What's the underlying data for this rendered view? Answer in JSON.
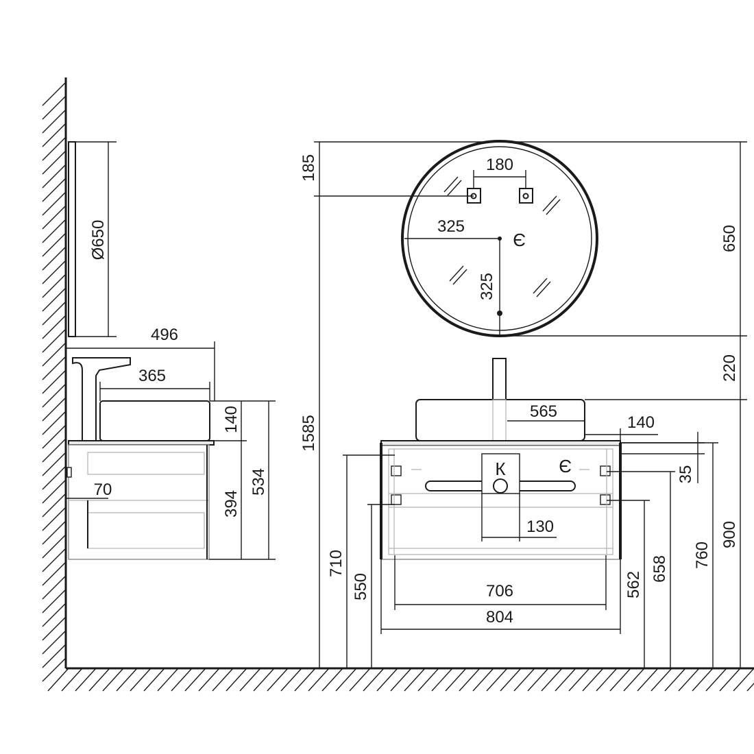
{
  "side_view": {
    "mirror_diameter": "Ø650",
    "depth_total": "496",
    "basin_depth": "365",
    "basin_height": "140",
    "cabinet_height": "394",
    "total_height": "534",
    "wall_gap": "70"
  },
  "front_view": {
    "mirror_mount_spacing": "180",
    "mirror_radius_h": "325",
    "mirror_radius_v": "325",
    "mirror_top_to_mount": "185",
    "mirror_height": "650",
    "mirror_to_basin": "220",
    "mount_height": "1585",
    "basin_width": "565",
    "worktop_offset": "140",
    "top_panel": "35",
    "inner_width": "706",
    "overall_width": "804",
    "drain_width": "130",
    "height_710": "710",
    "height_550": "550",
    "height_562": "562",
    "height_658": "658",
    "height_760": "760",
    "height_900": "900",
    "mark_power_mirror": "Э",
    "mark_power_cabinet": "Э",
    "mark_sewer": "К"
  }
}
